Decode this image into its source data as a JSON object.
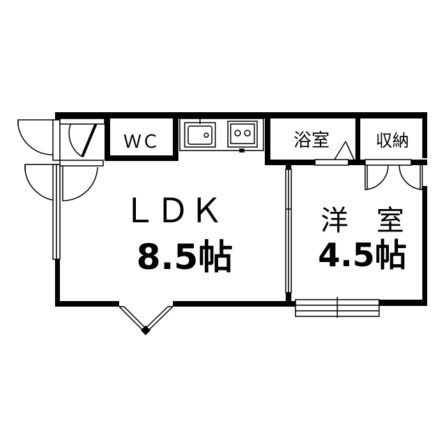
{
  "floorplan": {
    "rooms": {
      "wc": "ＷＣ",
      "bath": "浴室",
      "storage": "収納",
      "ldk_name": "ＬＤＫ",
      "ldk_size": "8.5帖",
      "western_name": "洋　室",
      "western_size": "4.5帖"
    }
  }
}
